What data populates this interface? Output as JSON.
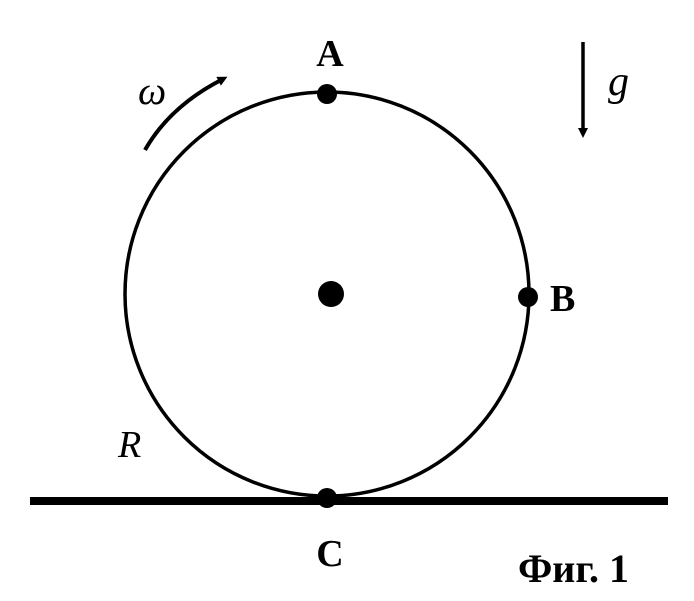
{
  "labels": {
    "point_a": "A",
    "point_b": "B",
    "point_c": "C",
    "omega": "ω",
    "gravity": "g",
    "radius": "R",
    "caption": "Фиг. 1"
  },
  "colors": {
    "ink": "#000000",
    "background": "#ffffff"
  }
}
